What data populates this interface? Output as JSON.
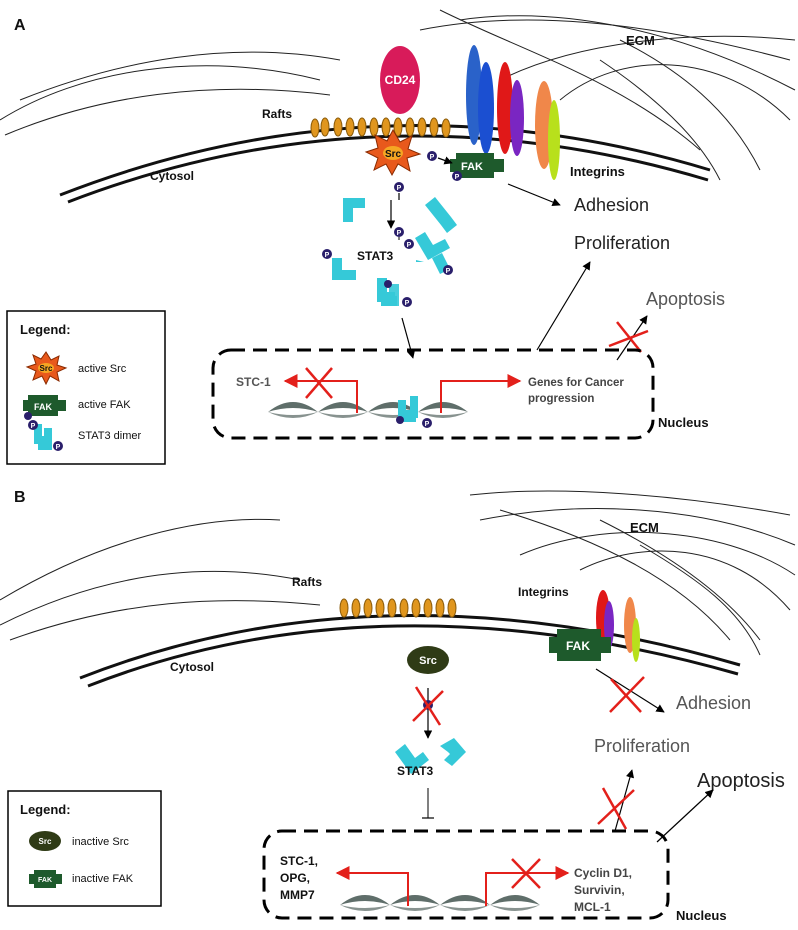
{
  "colors": {
    "cd24": "#d81b5a",
    "src_active": "#e8591c",
    "src_active_center": "#f5a623",
    "src_inactive": "#2f3b16",
    "fak": "#1e5a2c",
    "stat3": "#35c9d8",
    "phospho": "#2a1f6b",
    "raft": "#e0961e",
    "dna": "#5f6e6a",
    "red": "#e3201b",
    "integrin_colors": [
      "#2a62c9",
      "#1b4fd1",
      "#e01818",
      "#7a26c2",
      "#f0874a",
      "#b8e01c"
    ]
  },
  "panel_a": {
    "panel_label": "A",
    "ecm": "ECM",
    "cd24": "CD24",
    "rafts": "Rafts",
    "cytosol": "Cytosol",
    "src": "Src",
    "fak": "FAK",
    "integrins": "Integrins",
    "stat3": "STAT3",
    "p": "P",
    "adhesion": "Adhesion",
    "proliferation": "Proliferation",
    "apoptosis": "Apoptosis",
    "stc1": "STC-1",
    "genes_line1": "Genes for Cancer",
    "genes_line2": "progression",
    "nucleus": "Nucleus",
    "legend": {
      "title": "Legend:",
      "active_src": "active Src",
      "active_fak": "active FAK",
      "stat3_dimer": "STAT3 dimer"
    }
  },
  "panel_b": {
    "panel_label": "B",
    "ecm": "ECM",
    "rafts": "Rafts",
    "integrins": "Integrins",
    "cytosol": "Cytosol",
    "src": "Src",
    "fak": "FAK",
    "stat3": "STAT3",
    "adhesion": "Adhesion",
    "proliferation": "Proliferation",
    "apoptosis": "Apoptosis",
    "left_genes": [
      "STC-1,",
      "OPG,",
      "MMP7"
    ],
    "right_genes": [
      "Cyclin D1,",
      "Survivin,",
      "MCL-1"
    ],
    "nucleus": "Nucleus",
    "legend": {
      "title": "Legend:",
      "inactive_src": "inactive Src",
      "inactive_fak": "inactive FAK"
    }
  }
}
